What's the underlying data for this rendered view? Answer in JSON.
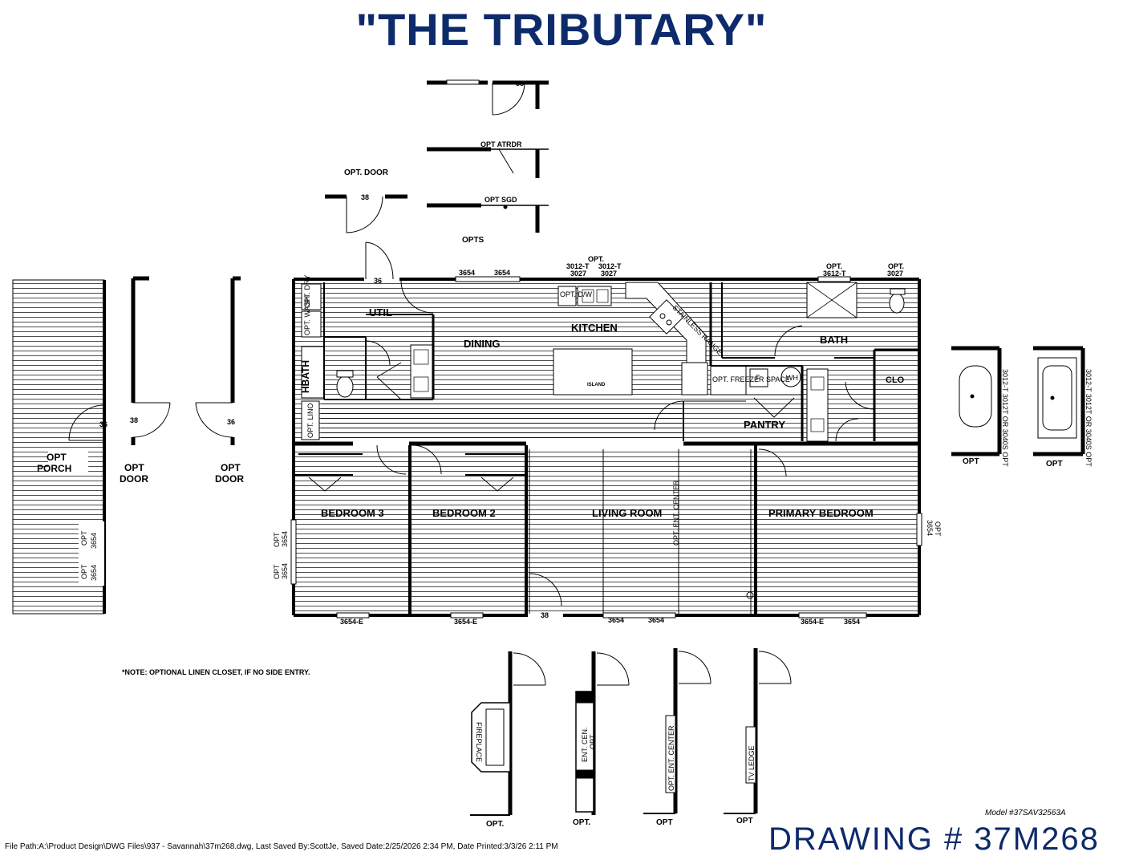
{
  "title": "\"THE TRIBUTARY\"",
  "rooms": {
    "util": "UTIL",
    "dining": "DINING",
    "kitchen": "KITCHEN",
    "bath": "BATH",
    "hbath": "HBATH",
    "clo": "CLO",
    "pantry": "PANTRY",
    "island": "ISLAND",
    "bedroom3": "BEDROOM 3",
    "bedroom2": "BEDROOM 2",
    "living_room": "LIVING ROOM",
    "primary_bedroom": "PRIMARY BEDROOM",
    "opt_porch_1": "OPT",
    "opt_porch_2": "PORCH"
  },
  "options": {
    "opt_door_top": "OPT. DOOR",
    "opt_atrdr": "OPT ATRDR",
    "opt_sgd": "OPT SGD",
    "opts": "OPTS",
    "opt_door_1a": "OPT",
    "opt_door_1b": "DOOR",
    "opt_door_2a": "OPT",
    "opt_door_2b": "DOOR",
    "opt": "OPT",
    "opt_dot": "OPT.",
    "fireplace": "FIREPLACE",
    "ent_cen": "ENT. CEN.",
    "ent_cen_opt": "OPT.",
    "opt_ent_center": "OPT. ENT. CENTER",
    "tv_ledge": "TV LEDGE"
  },
  "fixtures": {
    "opt_dry": "OPT. DRY",
    "opt_wash": "OPT. WASH",
    "opt_dw": "OPT. D/W",
    "stainless_range": "STAINLESS RANGE",
    "opt_freezer_space": "OPT. FREEZER SPACE",
    "f": "F",
    "wh": "WH",
    "opt_lino": "OPT. LINO"
  },
  "windows": {
    "w3654_a": "3654",
    "w3654_b": "3654",
    "w3012t_a": "3012-T",
    "w3012t_b": "3012-T",
    "w3027_a": "3027",
    "w3027_b": "3027",
    "opt_kitchen": "OPT.",
    "opt_bath": "OPT.",
    "w3612t": "3612-T",
    "opt_toilet": "OPT.",
    "w3027_c": "3027",
    "w3654e_1": "3654-E",
    "w3654e_2": "3654-E",
    "w3654_c": "3654",
    "w3654_d": "3654",
    "w3654e_3": "3654-E",
    "w3654_e": "3654",
    "w38_a": "38",
    "w38_b": "38",
    "w38_c": "38",
    "w36_a": "36",
    "w36_b": "36",
    "w36_c": "36",
    "w38_d": "38",
    "side_3654": "3654",
    "side_opt": "OPT",
    "tub_text": "3012-T 3012T OR 3040S OPT"
  },
  "note": "*NOTE: OPTIONAL LINEN CLOSET, IF NO SIDE ENTRY.",
  "file_path": "File Path:A:\\Product Design\\DWG Files\\937 - Savannah\\37m268.dwg, Last Saved By:ScottJe, Saved Date:2/25/2026 2:34 PM, Date Printed:3/3/26 2:11 PM",
  "model": "Model #37SAV32563A",
  "drawing": "DRAWING # 37M268"
}
